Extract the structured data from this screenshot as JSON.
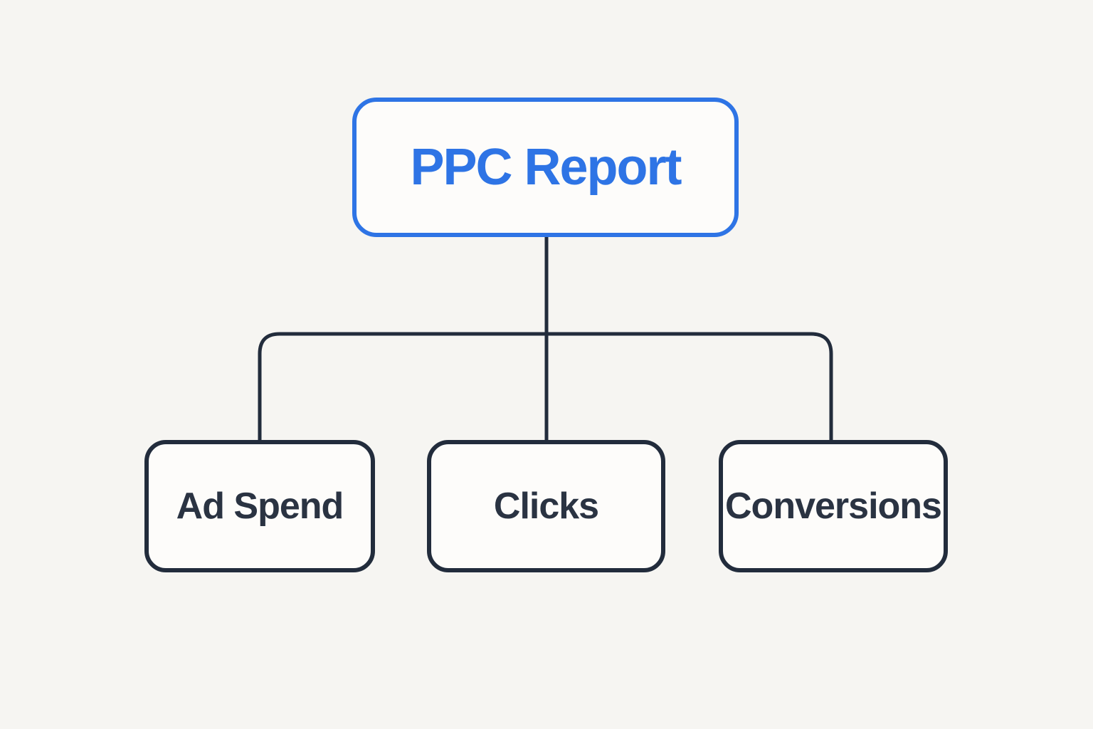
{
  "diagram": {
    "type": "flowchart",
    "root": {
      "id": "ppc-report",
      "label": "PPC Report"
    },
    "children": [
      {
        "id": "ad-spend",
        "label": "Ad Spend"
      },
      {
        "id": "clicks",
        "label": "Clicks"
      },
      {
        "id": "conversions",
        "label": "Conversions"
      }
    ],
    "edges": [
      {
        "from": "ppc-report",
        "to": "ad-spend"
      },
      {
        "from": "ppc-report",
        "to": "clicks"
      },
      {
        "from": "ppc-report",
        "to": "conversions"
      }
    ]
  },
  "colors": {
    "background": "#f6f5f2",
    "node_fill": "#fdfcfa",
    "root_border": "#2e74e5",
    "root_text": "#2e74e5",
    "child_border": "#222c3c",
    "child_text": "#2a3342",
    "connector": "#222c3c"
  }
}
